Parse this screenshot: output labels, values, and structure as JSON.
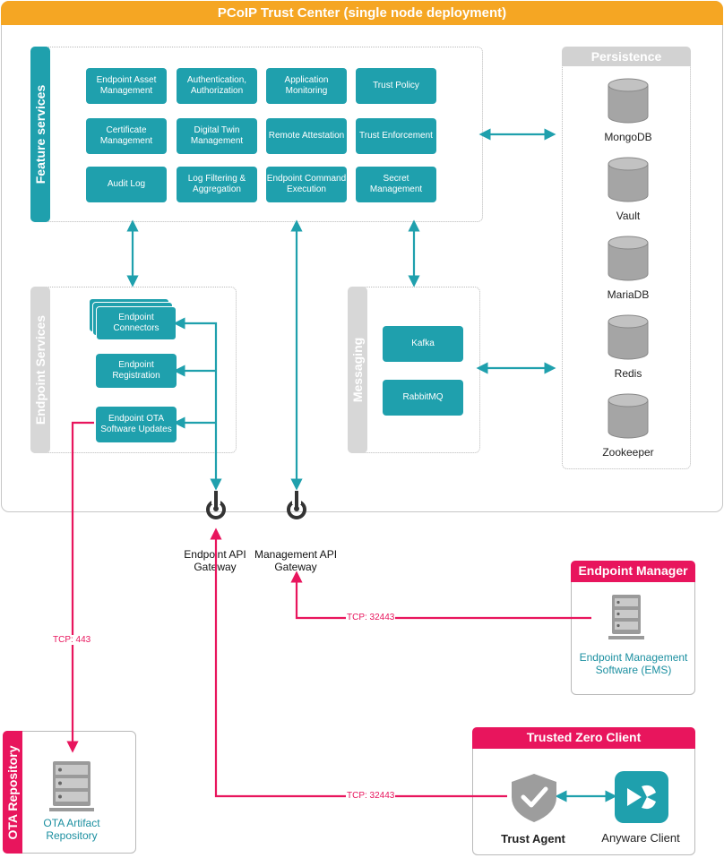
{
  "title": "PCoIP Trust Center (single node deployment)",
  "feature_services": {
    "label": "Feature services",
    "items": [
      "Endpoint Asset Management",
      "Authentication, Authorization",
      "Application Monitoring",
      "Trust Policy",
      "Certificate Management",
      "Digital Twin Management",
      "Remote Attestation",
      "Trust Enforcement",
      "Audit Log",
      "Log Filtering & Aggregation",
      "Endpoint Command Execution",
      "Secret Management"
    ]
  },
  "endpoint_services": {
    "label": "Endpoint Services",
    "items": [
      "Endpoint Connectors",
      "Endpoint Registration",
      "Endpoint OTA Software Updates"
    ]
  },
  "messaging": {
    "label": "Messaging",
    "items": [
      "Kafka",
      "RabbitMQ"
    ]
  },
  "persistence": {
    "label": "Persistence",
    "items": [
      "MongoDB",
      "Vault",
      "MariaDB",
      "Redis",
      "Zookeeper"
    ]
  },
  "gateways": {
    "endpoint_api": "Endpoint API Gateway",
    "management_api": "Management API Gateway"
  },
  "connections": {
    "ota": "TCP: 443",
    "ems": "TCP: 32443",
    "agent": "TCP: 32443"
  },
  "endpoint_manager": {
    "label": "Endpoint Manager",
    "software": "Endpoint Management Software (EMS)"
  },
  "ota_repository": {
    "label": "OTA Repository",
    "artifact": "OTA Artifact Repository"
  },
  "zero_client": {
    "label": "Trusted Zero Client",
    "agent": "Trust Agent",
    "client": "Anyware Client"
  },
  "colors": {
    "teal": "#1fa0ad",
    "orange": "#f5a623",
    "pink": "#e8155d",
    "grey": "#c6c6c6"
  }
}
